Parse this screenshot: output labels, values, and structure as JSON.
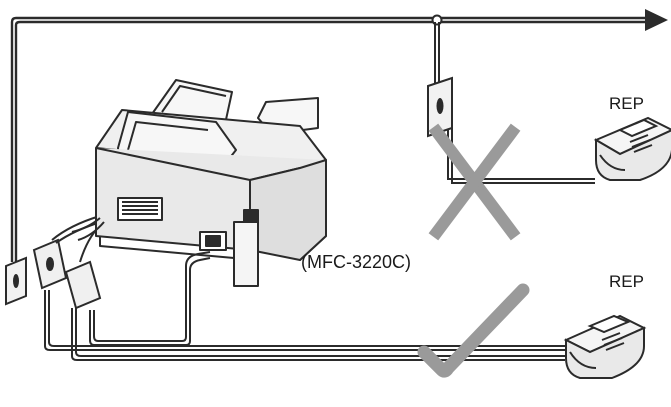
{
  "labels": {
    "answering_machine_top": "REP",
    "answering_machine_bottom": "REP",
    "model": "(MFC-3220C)"
  },
  "colors": {
    "line": "#2b2b2b",
    "device_fill": "#e9e9e9",
    "mark_gray": "#9a9a9a",
    "background": "#ffffff"
  },
  "marks": {
    "wrong_connection": "cross",
    "correct_connection": "check"
  }
}
